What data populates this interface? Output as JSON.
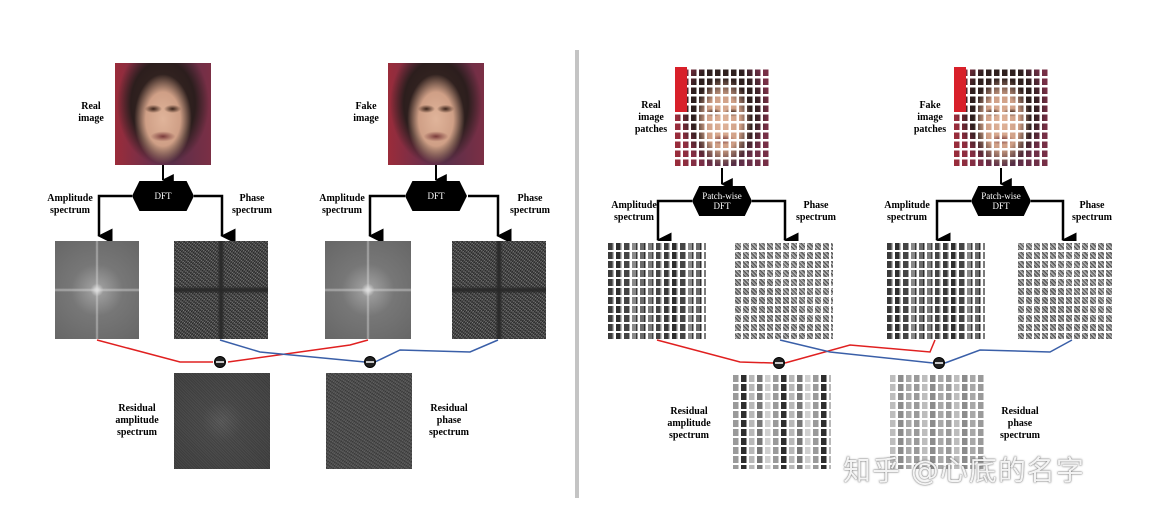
{
  "left_panel": {
    "real_image_label": "Real\nimage",
    "fake_image_label": "Fake\nimage",
    "real_dft_label": "DFT",
    "fake_dft_label": "DFT",
    "real_amplitude_label": "Amplitude\nspectrum",
    "real_phase_label": "Phase\nspectrum",
    "fake_amplitude_label": "Amplitude\nspectrum",
    "fake_phase_label": "Phase\nspectrum",
    "residual_amplitude_label": "Residual\namplitude\nspectrum",
    "residual_phase_label": "Residual\nphase\nspectrum"
  },
  "right_panel": {
    "real_patches_label": "Real\nimage\npatches",
    "fake_patches_label": "Fake\nimage\npatches",
    "real_dft_label": "Patch-wise\nDFT",
    "fake_dft_label": "Patch-wise\nDFT",
    "real_amplitude_label": "Amplitude\nspectrum",
    "real_phase_label": "Phase\nspectrum",
    "fake_amplitude_label": "Amplitude\nspectrum",
    "fake_phase_label": "Phase\nspectrum",
    "residual_amplitude_label": "Residual\namplitude\nspectrum",
    "residual_phase_label": "Residual\nphase\nspectrum"
  },
  "watermark": "知乎 @心底的名字",
  "colors": {
    "amplitude_path": "#e02020",
    "phase_path": "#3a5fa8",
    "dft_box": "#000000",
    "divider": "#c4c4c4"
  },
  "icons": {
    "subtract_node": "circle-minus-icon",
    "arrow": "arrow-down-icon"
  }
}
